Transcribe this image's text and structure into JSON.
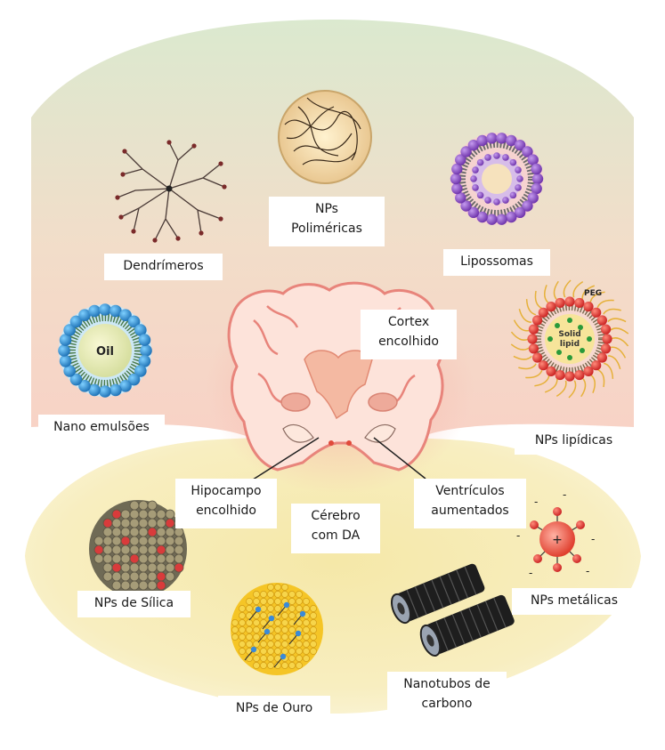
{
  "labels": {
    "dendrimeros": "Dendrímeros",
    "nps_polimericas": {
      "line1": "NPs",
      "line2": "Poliméricas"
    },
    "lipossomas": "Lipossomas",
    "cortex": {
      "line1": "Cortex",
      "line2": "encolhido"
    },
    "nano_emulsoes": "Nano emulsões",
    "nps_lipidicas": "NPs lipídicas",
    "hipocampo": {
      "line1": "Hipocampo",
      "line2": "encolhido"
    },
    "cerebro": {
      "line1": "Cérebro",
      "line2": "com DA"
    },
    "ventriculos": {
      "line1": "Ventrículos",
      "line2": "aumentados"
    },
    "nps_silica": "NPs de Sílica",
    "nps_metalicas": "NPs metálicas",
    "nps_ouro": "NPs de Ouro",
    "nanotubos": {
      "line1": "Nanotubos de",
      "line2": "carbono"
    }
  },
  "particle_text": {
    "oil": "Oil",
    "peg": "PEG",
    "solid_lipid_1": "Solid",
    "solid_lipid_2": "lipid",
    "metal_center": "+"
  },
  "colors": {
    "top_region": "#e3eedb",
    "top_region_lower": "#f6d8cf",
    "bottom_region": "#f9efb5",
    "brain_fill": "#fde3da",
    "brain_outline": "#e8847b",
    "liposome_purple": "#8a4fc0",
    "emulsion_blue": "#2a8fd0",
    "lipid_red": "#cc2a2a",
    "silica_gray": "#8a8266",
    "gold_yellow": "#f1c21b"
  }
}
